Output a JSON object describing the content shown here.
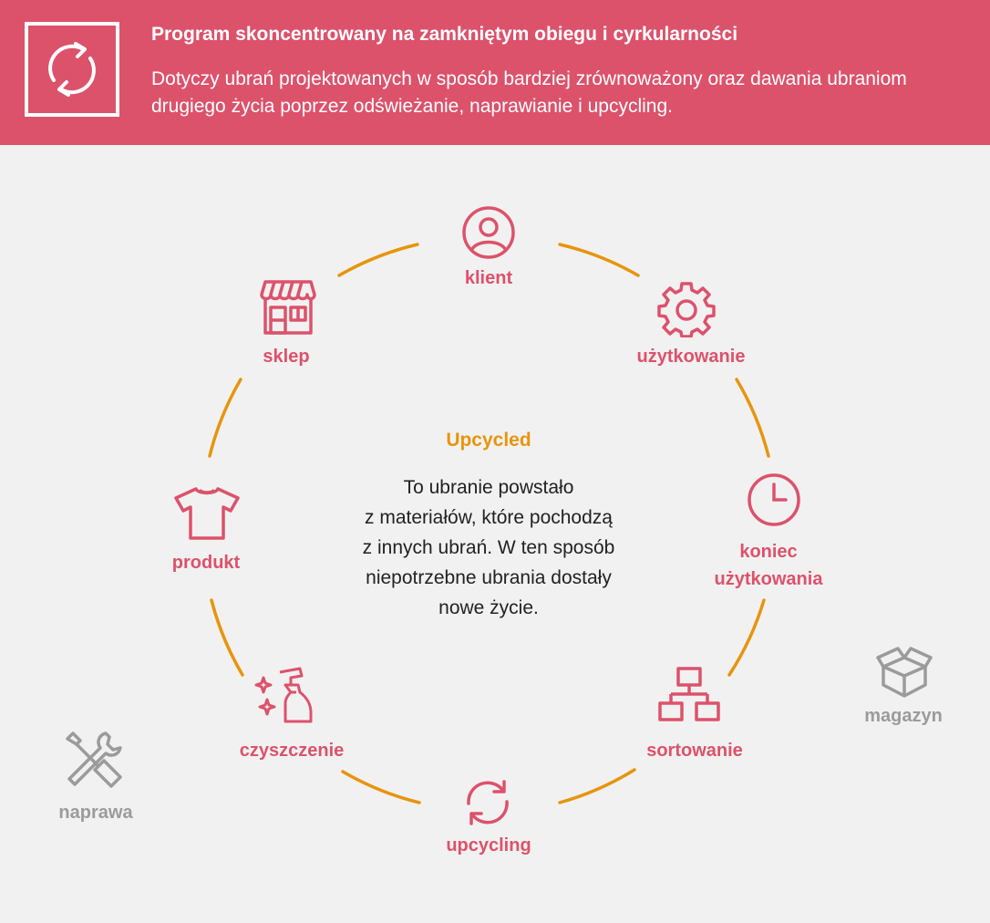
{
  "header": {
    "title": "Program skoncentrowany na zamkniętym obiegu i cyrkularności",
    "description": "Dotyczy ubrań projektowanych w sposób bardziej zrównoważony oraz dawania ubraniom drugiego życia poprzez odświeżanie, naprawianie i upcycling.",
    "icon": "recycle-arrows-icon"
  },
  "colors": {
    "header_bg": "#dc526b",
    "accent_pink": "#dc526b",
    "ring_orange": "#e6950e",
    "grey": "#9b9b9b",
    "background": "#f2f1f1"
  },
  "center": {
    "title": "Upcycled",
    "lines": [
      "To ubranie powstało",
      "z materiałów, które pochodzą",
      "z innych ubrań. W ten sposób",
      "niepotrzebne ubrania dostały",
      "nowe życie."
    ]
  },
  "cycle_nodes": [
    {
      "label": "klient",
      "icon": "user-circle-icon"
    },
    {
      "label": "użytkowanie",
      "icon": "gear-icon"
    },
    {
      "label": "koniec użytkowania",
      "icon": "clock-icon"
    },
    {
      "label": "sortowanie",
      "icon": "hierarchy-icon"
    },
    {
      "label": "upcycling",
      "icon": "cycle-arrows-icon"
    },
    {
      "label": "czyszczenie",
      "icon": "spray-bottle-icon"
    },
    {
      "label": "produkt",
      "icon": "tshirt-icon"
    },
    {
      "label": "sklep",
      "icon": "shop-icon"
    }
  ],
  "side_nodes": [
    {
      "label": "magazyn",
      "icon": "box-icon"
    },
    {
      "label": "naprawa",
      "icon": "tools-icon"
    }
  ]
}
